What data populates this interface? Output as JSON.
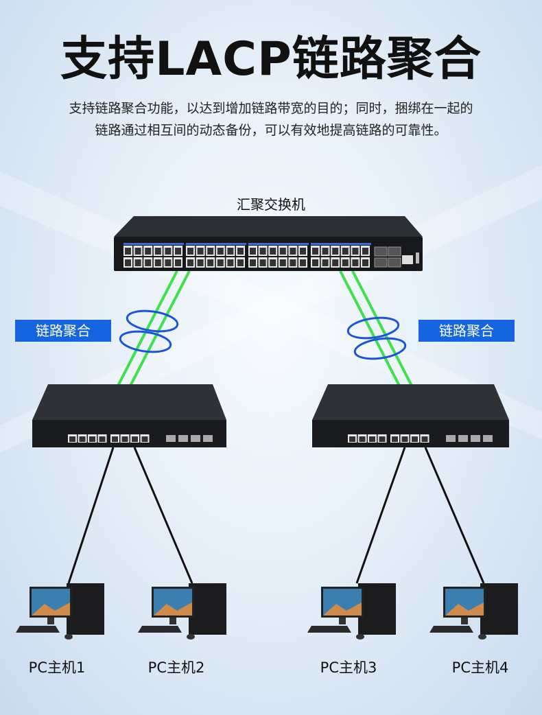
{
  "title": "支持LACP链路聚合",
  "description": [
    "支持链路聚合功能，以达到增加链路带宽的目的；同时，捆绑在一起的",
    "链路通过相互间的动态备份，可以有效地提高链路的可靠性。"
  ],
  "core_switch_label": "汇聚交换机",
  "aggregation_tag": "链路聚合",
  "pcs": [
    "PC主机1",
    "PC主机2",
    "PC主机3",
    "PC主机4"
  ],
  "colors": {
    "tag": "#1565e0",
    "aggregated_link": "#39e04a",
    "ring": "#1a55d8",
    "link": "#111111"
  }
}
